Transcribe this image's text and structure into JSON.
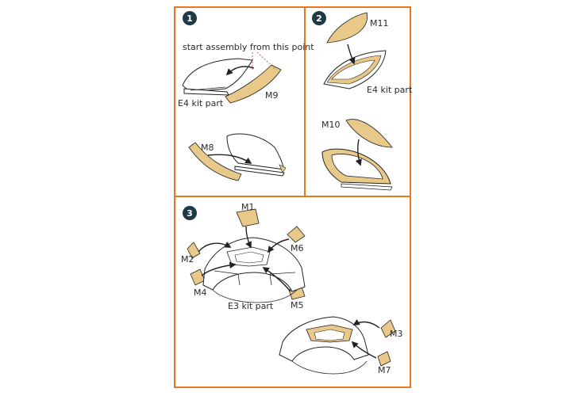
{
  "steps": [
    {
      "number": "1"
    },
    {
      "number": "2"
    },
    {
      "number": "3"
    }
  ],
  "labels": {
    "start_point": "start assembly from this point",
    "e4_kit_part_1": "E4 kit part",
    "m9": "M9",
    "m8": "M8",
    "m11": "M11",
    "e4_kit_part_2": "E4 kit part",
    "m10": "M10",
    "m1": "M1",
    "m6": "M6",
    "m2": "M2",
    "m4": "M4",
    "e3_kit_part": "E3 kit part",
    "m5": "M5",
    "m3": "M3",
    "m7": "M7"
  },
  "colors": {
    "frame": "#e8771e",
    "mask": "#e8c98a",
    "badge": "#1f3a46",
    "ink": "#222222"
  }
}
